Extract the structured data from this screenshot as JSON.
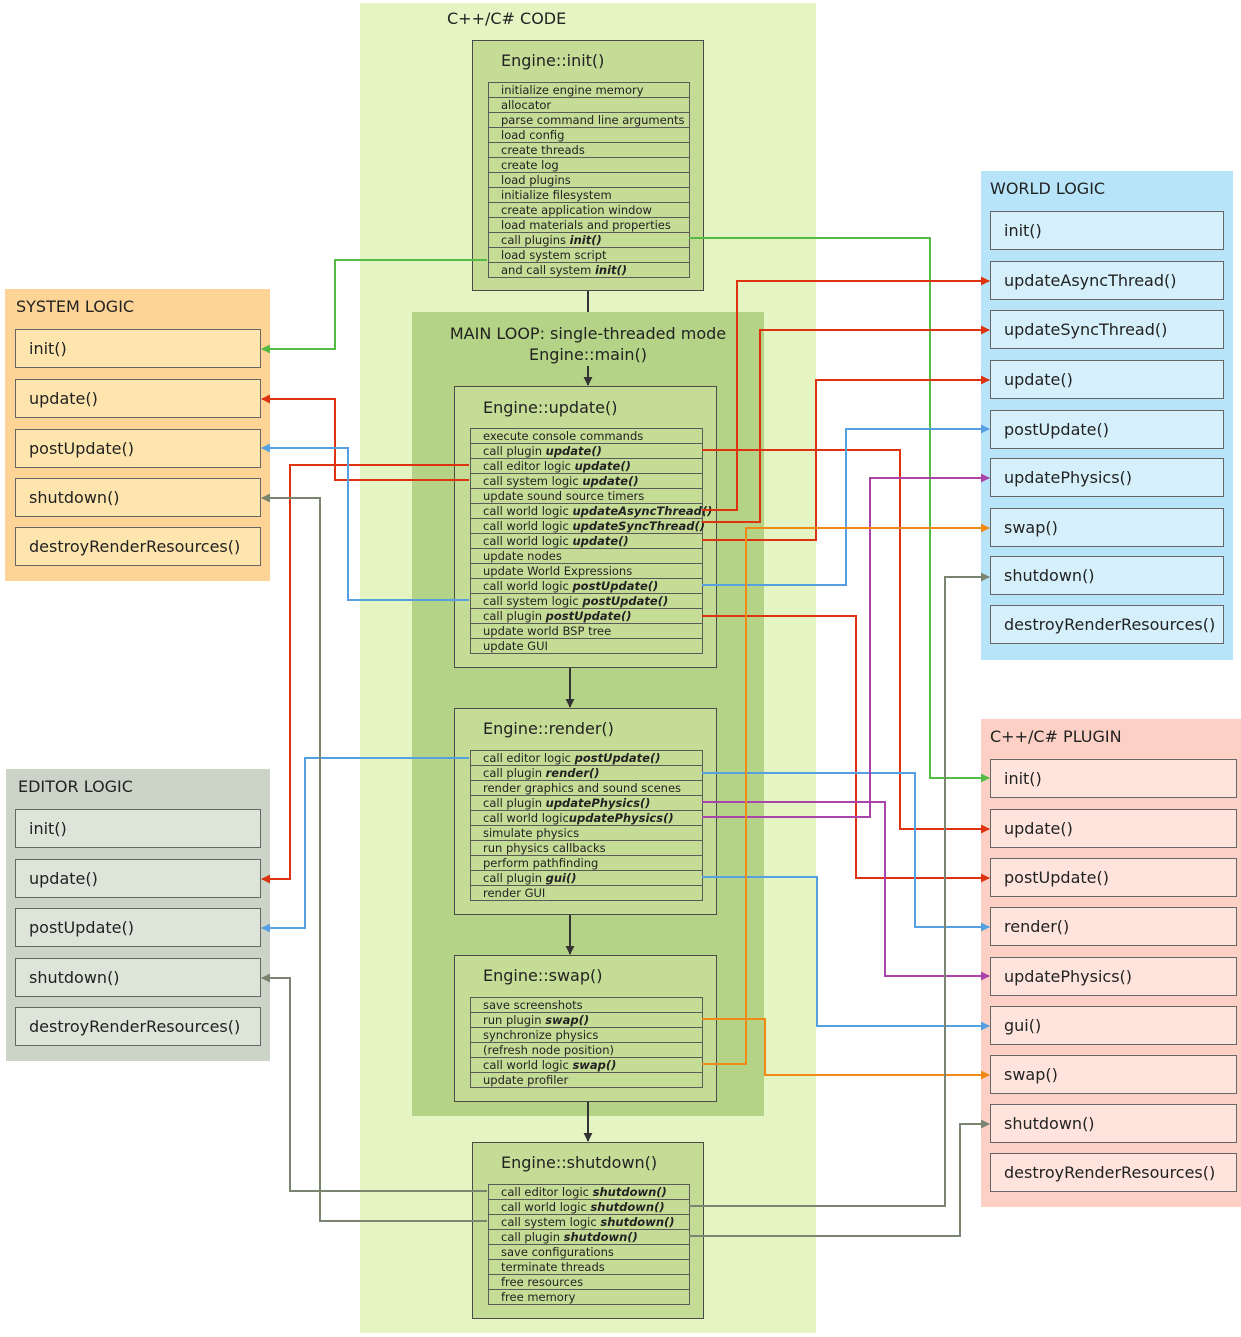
{
  "code_area": {
    "title": "C++/C# CODE"
  },
  "main_loop": {
    "title_line1": "MAIN LOOP: single-threaded mode",
    "title_line2": "Engine::main()"
  },
  "init": {
    "title": "Engine::init()",
    "steps": [
      {
        "text": "initialize engine memory"
      },
      {
        "text": "allocator"
      },
      {
        "text": "parse command line arguments"
      },
      {
        "text": "load config"
      },
      {
        "text": "create threads"
      },
      {
        "text": "create log"
      },
      {
        "text": "load plugins"
      },
      {
        "text": "initialize filesystem"
      },
      {
        "text": "create application window"
      },
      {
        "text": "load materials and properties"
      },
      {
        "text": "call plugins ",
        "bold": "init()"
      },
      {
        "text": "load system script"
      },
      {
        "text": "and call system ",
        "bold": "init()"
      }
    ]
  },
  "update": {
    "title": "Engine::update()",
    "steps": [
      {
        "text": "execute console commands"
      },
      {
        "text": "call plugin ",
        "bold": "update()"
      },
      {
        "text": "call editor logic ",
        "bold": "update()"
      },
      {
        "text": "call system logic ",
        "bold": "update()"
      },
      {
        "text": "update sound source timers"
      },
      {
        "text": "call world logic ",
        "bold": "updateAsyncThread()"
      },
      {
        "text": "call world logic ",
        "bold": "updateSyncThread()"
      },
      {
        "text": "call world logic ",
        "bold": "update()"
      },
      {
        "text": "update nodes"
      },
      {
        "text": "update World Expressions"
      },
      {
        "text": "call world  logic ",
        "bold": "postUpdate()"
      },
      {
        "text": "call system logic  ",
        "bold": "postUpdate()"
      },
      {
        "text": "call plugin ",
        "bold": "postUpdate()"
      },
      {
        "text": "update world BSP tree"
      },
      {
        "text": "update GUI"
      }
    ]
  },
  "render": {
    "title": "Engine::render()",
    "steps": [
      {
        "text": "call editor logic ",
        "bold": "postUpdate()"
      },
      {
        "text": "call plugin ",
        "bold": "render()"
      },
      {
        "text": "render graphics and sound scenes"
      },
      {
        "text": "call plugin ",
        "bold": "updatePhysics()"
      },
      {
        "text": "call world logic",
        "bold": "updatePhysics()"
      },
      {
        "text": "simulate physics"
      },
      {
        "text": "run physics callbacks"
      },
      {
        "text": "perform pathfinding"
      },
      {
        "text": "call plugin ",
        "bold": "gui()"
      },
      {
        "text": "render GUI"
      }
    ]
  },
  "swap": {
    "title": "Engine::swap()",
    "steps": [
      {
        "text": "save screenshots"
      },
      {
        "text": "run plugin ",
        "bold": "swap()"
      },
      {
        "text": "synchronize physics"
      },
      {
        "text": "(refresh node position)"
      },
      {
        "text": "call world logic ",
        "bold": "swap()"
      },
      {
        "text": "update profiler"
      }
    ]
  },
  "shutdown": {
    "title": "Engine::shutdown()",
    "steps": [
      {
        "text": "call editor logic ",
        "bold": "shutdown()"
      },
      {
        "text": "call world logic ",
        "bold": "shutdown()"
      },
      {
        "text": "call system logic ",
        "bold": "shutdown()"
      },
      {
        "text": "call plugin ",
        "bold": "shutdown()"
      },
      {
        "text": "save configurations"
      },
      {
        "text": "terminate threads"
      },
      {
        "text": "free resources"
      },
      {
        "text": "free memory"
      }
    ]
  },
  "system_logic": {
    "title": "SYSTEM LOGIC",
    "items": [
      "init()",
      "update()",
      "postUpdate()",
      "shutdown()",
      "destroyRenderResources()"
    ]
  },
  "editor_logic": {
    "title": "EDITOR LOGIC",
    "items": [
      "init()",
      "update()",
      "postUpdate()",
      "shutdown()",
      "destroyRenderResources()"
    ]
  },
  "world_logic": {
    "title": "WORLD LOGIC",
    "items": [
      "init()",
      "updateAsyncThread()",
      "updateSyncThread()",
      "update()",
      "postUpdate()",
      "updatePhysics()",
      "swap()",
      "shutdown()",
      "destroyRenderResources()"
    ]
  },
  "plugin": {
    "title": "C++/C# PLUGIN",
    "items": [
      "init()",
      "update()",
      "postUpdate()",
      "render()",
      "updatePhysics()",
      "gui()",
      "swap()",
      "shutdown()",
      "destroyRenderResources()"
    ]
  },
  "colors": {
    "code_bg": "#e4f5c3",
    "loop_bg": "#b4d387",
    "engine_bg": "#c5dc97",
    "system_bg": "#fdd495",
    "system_item": "#fee5ad",
    "editor_bg": "#ccd4c8",
    "editor_item": "#dde5d9",
    "world_bg": "#b8e4f9",
    "world_item": "#d5f0fb",
    "plugin_bg": "#fdd0c5",
    "plugin_item": "#fee4dc",
    "green": "#55bb44",
    "red": "#dd3311",
    "blue": "#55a0e0",
    "purple": "#aa44aa",
    "orange": "#f08a14",
    "gray": "#7a8470",
    "dark": "#333333"
  }
}
